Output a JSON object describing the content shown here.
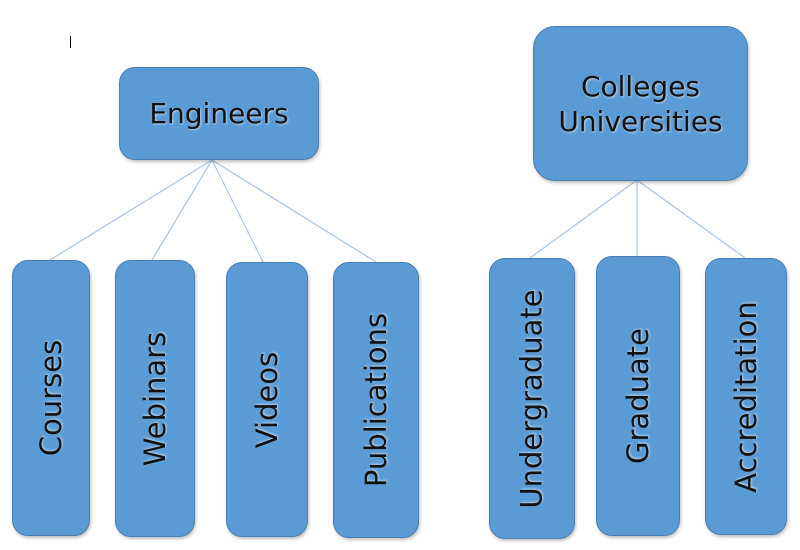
{
  "accent_color": "#5b9bd5",
  "connector_color": "#a9c4e4",
  "trees": [
    {
      "parent": {
        "lines": [
          "Engineers"
        ]
      },
      "children": [
        "Courses",
        "Webinars",
        "Videos",
        "Publications"
      ]
    },
    {
      "parent": {
        "lines": [
          "Colleges",
          "Universities"
        ]
      },
      "children": [
        "Undergraduate",
        "Graduate",
        "Accreditation"
      ]
    }
  ]
}
